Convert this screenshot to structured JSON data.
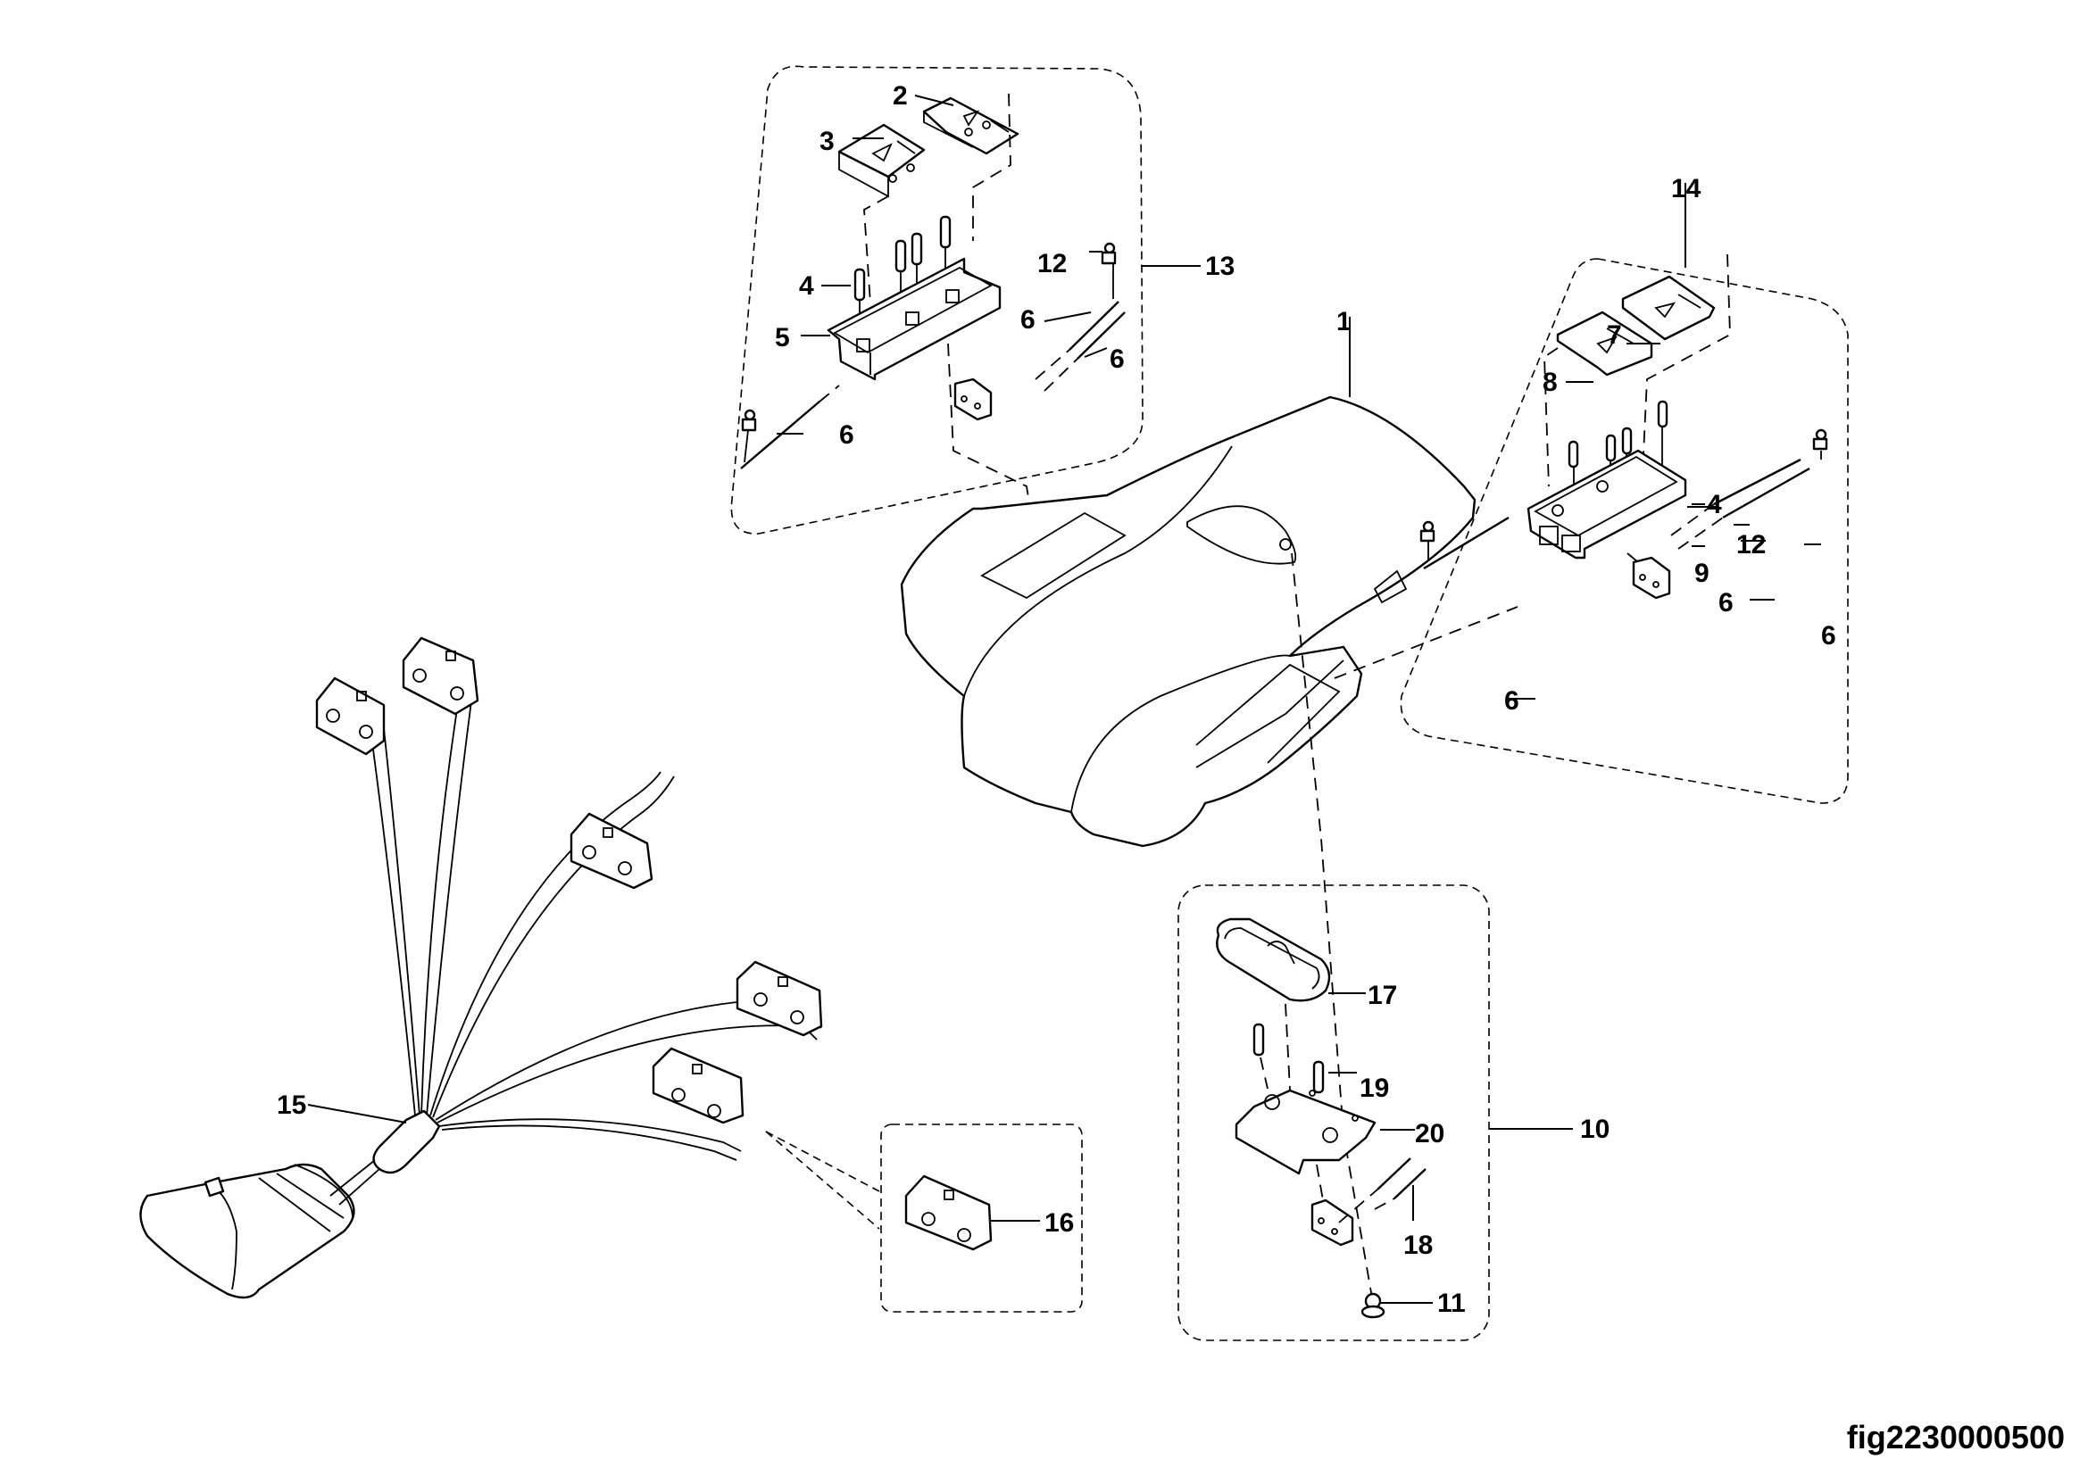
{
  "figure": {
    "id": "fig2230000500",
    "type": "exploded parts diagram"
  },
  "callouts": {
    "c1": "1",
    "c2": "2",
    "c3": "3",
    "c4a": "4",
    "c4b": "4",
    "c5": "5",
    "c6a": "6",
    "c6b": "6",
    "c6c": "6",
    "c6d": "6",
    "c6e": "6",
    "c6f": "6",
    "c7": "7",
    "c8": "8",
    "c9": "9",
    "c10": "10",
    "c11": "11",
    "c12a": "12",
    "c12b": "12",
    "c13": "13",
    "c14": "14",
    "c15": "15",
    "c16": "16",
    "c17": "17",
    "c18": "18",
    "c19": "19",
    "c20": "20"
  },
  "groups": [
    {
      "name": "assembly-13",
      "label": "13",
      "parts": [
        "2",
        "3",
        "4",
        "5",
        "6",
        "12"
      ]
    },
    {
      "name": "assembly-14",
      "label": "14",
      "parts": [
        "4",
        "6",
        "7",
        "8",
        "9",
        "12"
      ]
    },
    {
      "name": "assembly-10",
      "label": "10",
      "parts": [
        "11",
        "17",
        "18",
        "19",
        "20"
      ]
    },
    {
      "name": "detail-16",
      "label": "16",
      "parts": [
        "16"
      ]
    }
  ]
}
